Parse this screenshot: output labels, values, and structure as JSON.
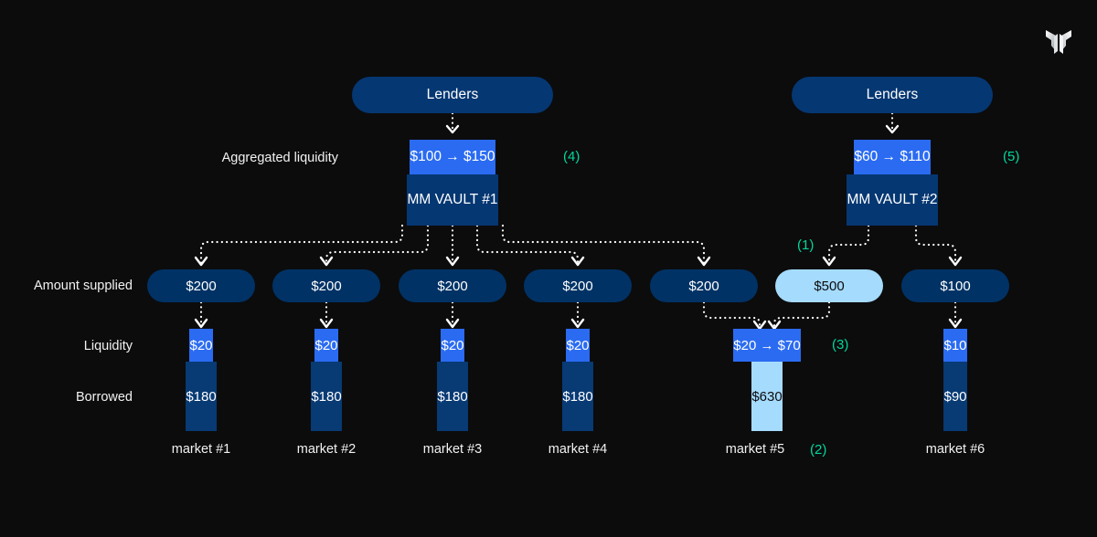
{
  "page": {
    "background_color": "#0c0c0d",
    "accent_blue": "#2a6bf2",
    "dark_blue": "#053772",
    "navy_pill": "#013265",
    "light_blue": "#a5dbfc",
    "step_green": "#00d89a"
  },
  "logo": {
    "name": "morpho-butterfly-logo"
  },
  "row_labels": {
    "aggregated_liquidity": "Aggregated liquidity",
    "amount_supplied": "Amount supplied",
    "liquidity": "Liquidity",
    "borrowed": "Borrowed"
  },
  "vaults": [
    {
      "lenders_label": "Lenders",
      "liquidity_value": "$100 → $150",
      "name": "MM VAULT #1",
      "step_tag": "(4)"
    },
    {
      "lenders_label": "Lenders",
      "liquidity_value": "$60 → $110",
      "name": "MM VAULT #2",
      "step_tag": "(5)"
    }
  ],
  "supplies": [
    {
      "value": "$200",
      "highlight": false
    },
    {
      "value": "$200",
      "highlight": false
    },
    {
      "value": "$200",
      "highlight": false
    },
    {
      "value": "$200",
      "highlight": false
    },
    {
      "value": "$200",
      "highlight": false
    },
    {
      "value": "$500",
      "highlight": true
    },
    {
      "value": "$100",
      "highlight": false
    }
  ],
  "markets": [
    {
      "label": "market #1",
      "liquidity": "$20",
      "borrowed": "$180",
      "highlight": false,
      "step_tag": ""
    },
    {
      "label": "market #2",
      "liquidity": "$20",
      "borrowed": "$180",
      "highlight": false,
      "step_tag": ""
    },
    {
      "label": "market #3",
      "liquidity": "$20",
      "borrowed": "$180",
      "highlight": false,
      "step_tag": ""
    },
    {
      "label": "market #4",
      "liquidity": "$20",
      "borrowed": "$180",
      "highlight": false,
      "step_tag": ""
    },
    {
      "label": "market #5",
      "liquidity": "$20 → $70",
      "borrowed": "$630",
      "highlight": true,
      "step_tag": "(2)"
    },
    {
      "label": "market #6",
      "liquidity": "$10",
      "borrowed": "$90",
      "highlight": false,
      "step_tag": ""
    }
  ],
  "step_tags": {
    "supply_into_market5": "(1)",
    "market5_label": "(2)",
    "market5_liquidity": "(3)",
    "vault1": "(4)",
    "vault2": "(5)"
  }
}
